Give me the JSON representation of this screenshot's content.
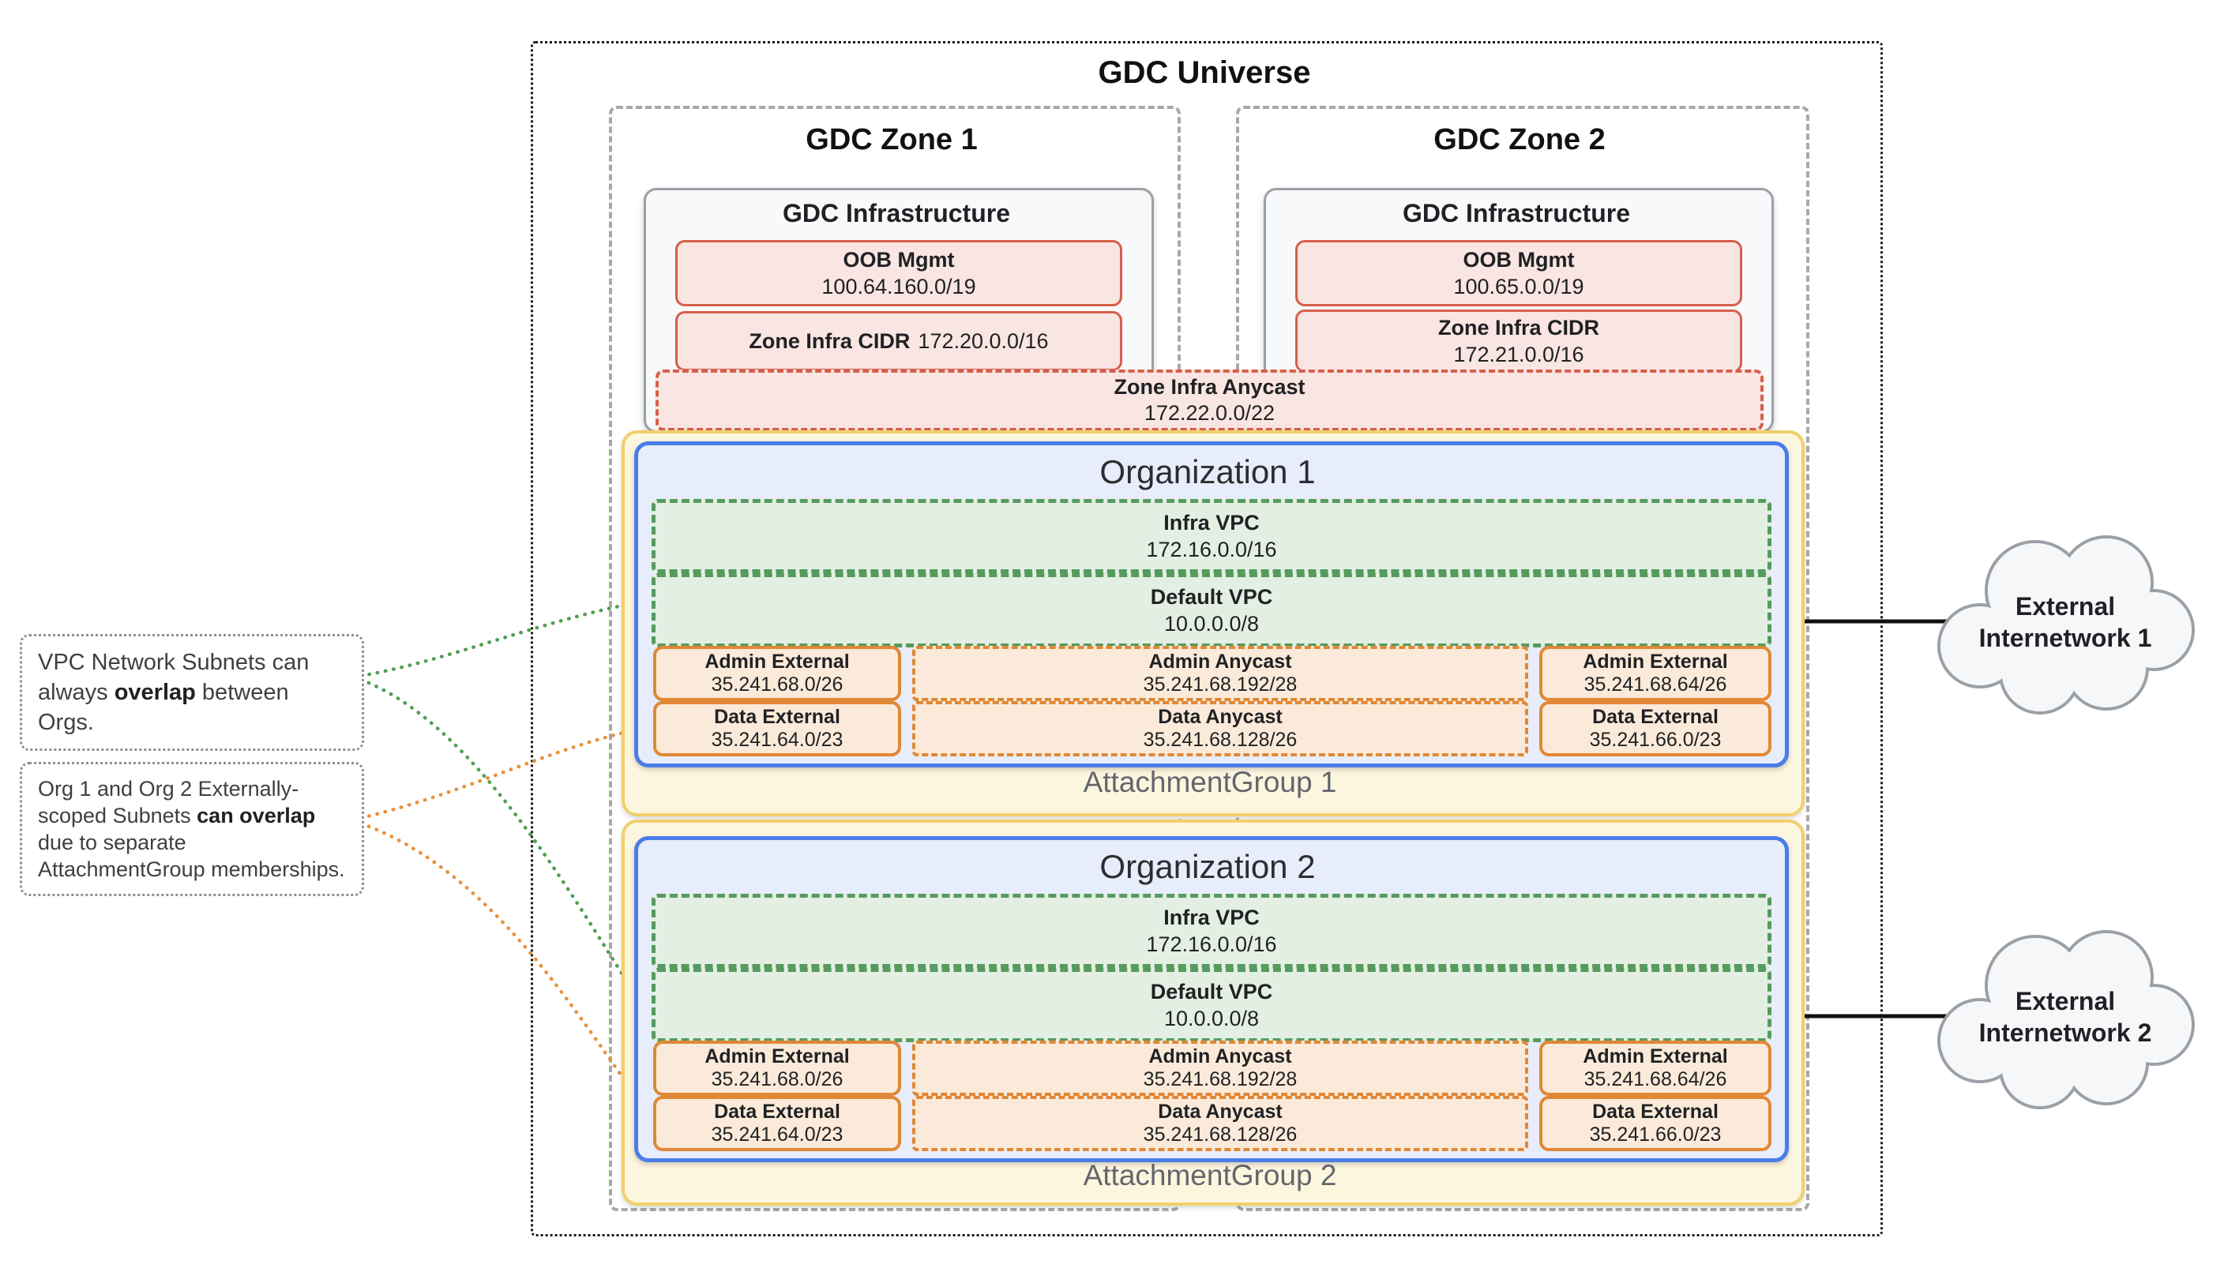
{
  "universe": {
    "title": "GDC Universe"
  },
  "zones": [
    {
      "title": "GDC Zone 1",
      "infrastructure": {
        "title": "GDC Infrastructure",
        "oob": {
          "label": "OOB Mgmt",
          "cidr": "100.64.160.0/19"
        },
        "zone_infra_cidr": {
          "label": "Zone Infra CIDR",
          "cidr": "172.20.0.0/16"
        }
      }
    },
    {
      "title": "GDC Zone 2",
      "infrastructure": {
        "title": "GDC Infrastructure",
        "oob": {
          "label": "OOB Mgmt",
          "cidr": "100.65.0.0/19"
        },
        "zone_infra_cidr": {
          "label": "Zone Infra CIDR",
          "cidr": "172.21.0.0/16"
        }
      }
    }
  ],
  "zone_infra_anycast": {
    "label": "Zone Infra Anycast",
    "cidr": "172.22.0.0/22"
  },
  "organizations": [
    {
      "title": "Organization 1",
      "attachment_group_label": "AttachmentGroup 1",
      "infra_vpc": {
        "label": "Infra VPC",
        "cidr": "172.16.0.0/16"
      },
      "default_vpc": {
        "label": "Default VPC",
        "cidr": "10.0.0.0/8"
      },
      "subnets": {
        "admin_external_left": {
          "label": "Admin External",
          "cidr": "35.241.68.0/26"
        },
        "admin_anycast": {
          "label": "Admin Anycast",
          "cidr": "35.241.68.192/28"
        },
        "admin_external_right": {
          "label": "Admin External",
          "cidr": "35.241.68.64/26"
        },
        "data_external_left": {
          "label": "Data External",
          "cidr": "35.241.64.0/23"
        },
        "data_anycast": {
          "label": "Data Anycast",
          "cidr": "35.241.68.128/26"
        },
        "data_external_right": {
          "label": "Data External",
          "cidr": "35.241.66.0/23"
        }
      }
    },
    {
      "title": "Organization 2",
      "attachment_group_label": "AttachmentGroup 2",
      "infra_vpc": {
        "label": "Infra VPC",
        "cidr": "172.16.0.0/16"
      },
      "default_vpc": {
        "label": "Default VPC",
        "cidr": "10.0.0.0/8"
      },
      "subnets": {
        "admin_external_left": {
          "label": "Admin External",
          "cidr": "35.241.68.0/26"
        },
        "admin_anycast": {
          "label": "Admin Anycast",
          "cidr": "35.241.68.192/28"
        },
        "admin_external_right": {
          "label": "Admin External",
          "cidr": "35.241.68.64/26"
        },
        "data_external_left": {
          "label": "Data External",
          "cidr": "35.241.64.0/23"
        },
        "data_anycast": {
          "label": "Data Anycast",
          "cidr": "35.241.68.128/26"
        },
        "data_external_right": {
          "label": "Data External",
          "cidr": "35.241.66.0/23"
        }
      }
    }
  ],
  "annotations": [
    {
      "pre": "VPC Network Subnets can always ",
      "bold": "overlap",
      "post": " between Orgs."
    },
    {
      "pre": "Org 1 and Org 2 Externally-scoped Subnets ",
      "bold": "can overlap",
      "post": " due to separate AttachmentGroup memberships."
    }
  ],
  "clouds": [
    {
      "line1": "External",
      "line2": "Internetwork 1"
    },
    {
      "line1": "External",
      "line2": "Internetwork 2"
    }
  ],
  "colors": {
    "red_border": "#d65f4b",
    "red_fill": "#f9e5e1",
    "green_border": "#569b5e",
    "green_fill": "#e3efe2",
    "orange_border": "#e08836",
    "orange_fill": "#fbead9",
    "blue_border": "#4a7de8",
    "blue_fill": "#e7edfb",
    "yellow_border": "#f1cf6b",
    "yellow_fill": "#fdf6df",
    "gray_border": "#9aa0a6",
    "cloud_fill": "#f5f7f9"
  }
}
